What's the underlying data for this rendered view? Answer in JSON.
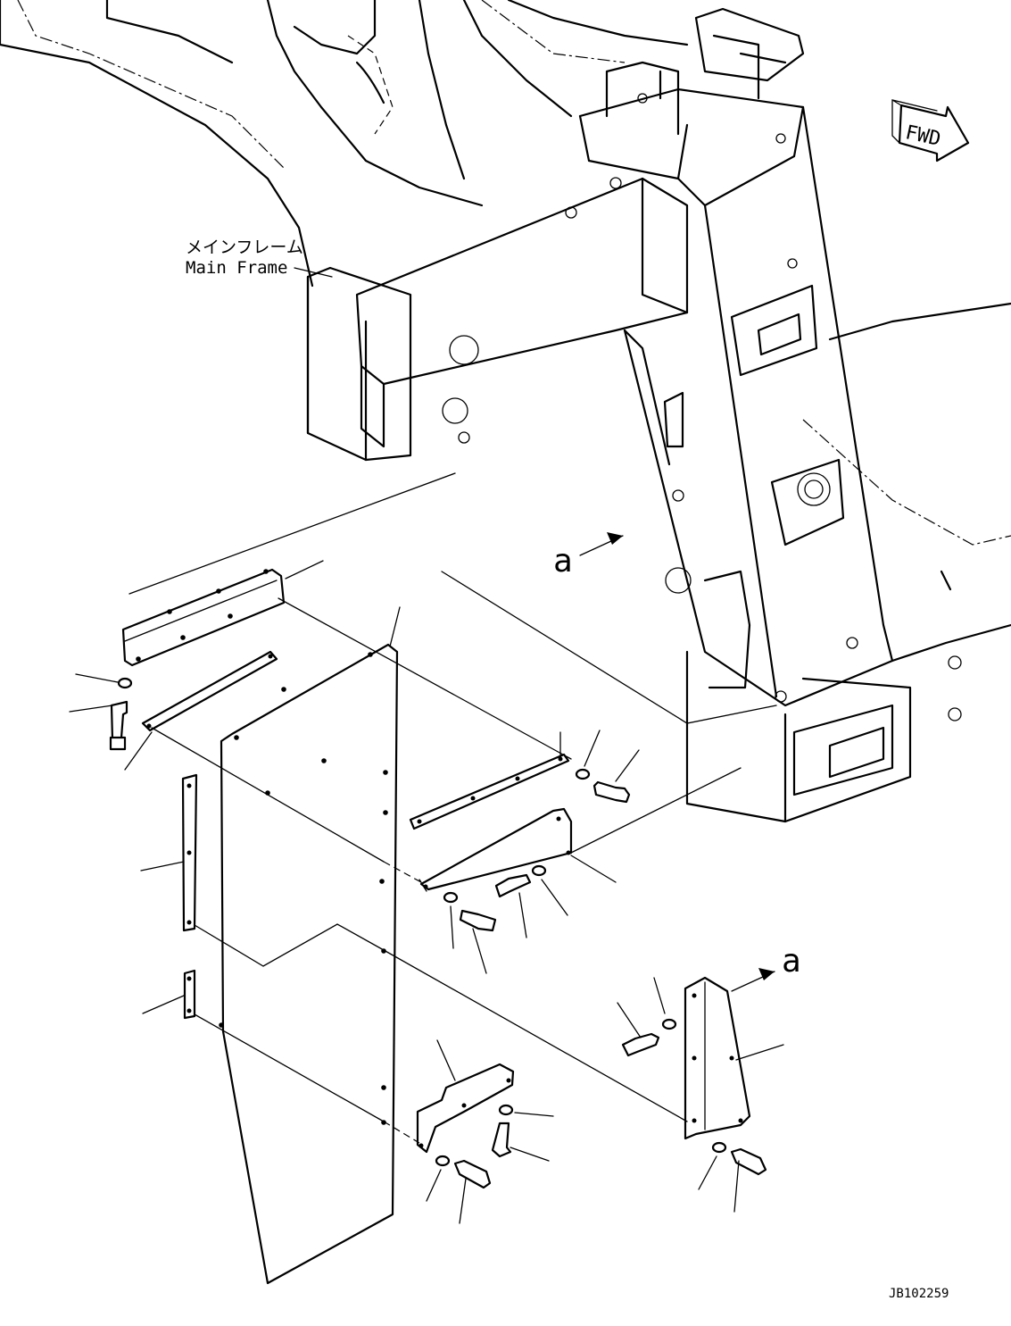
{
  "labels": {
    "main_frame_jp": "メインフレーム",
    "main_frame_en": "Main Frame",
    "fwd": "FWD",
    "view_a_1": "a",
    "view_a_2": "a",
    "drawing_number": "JB102259"
  }
}
